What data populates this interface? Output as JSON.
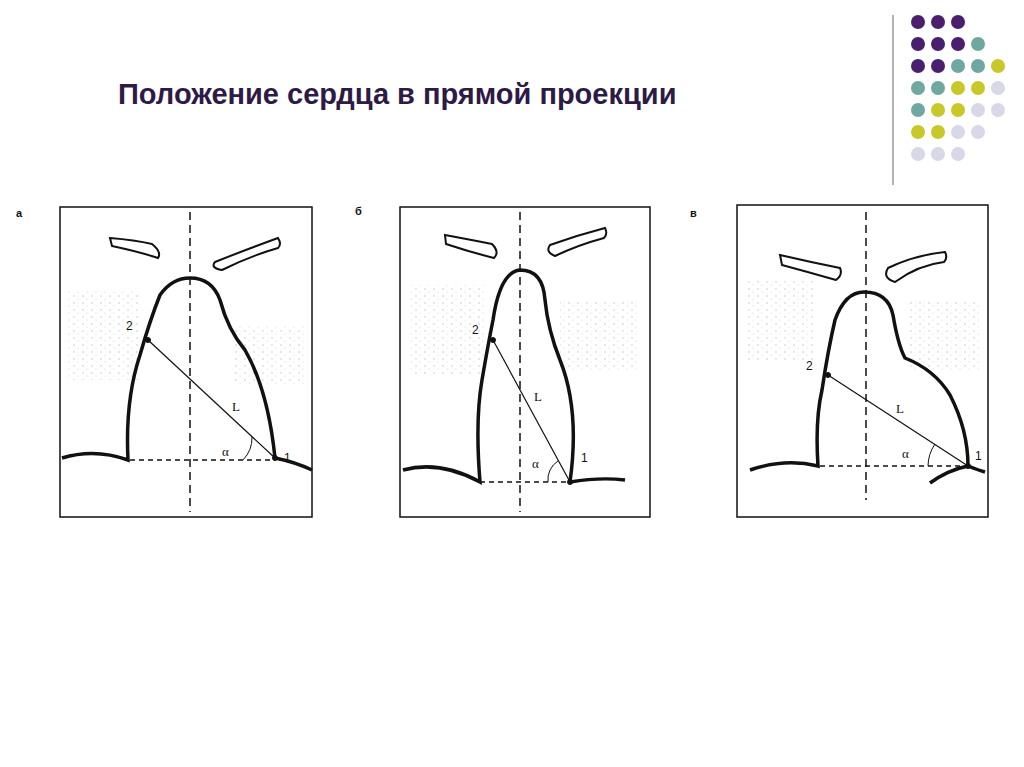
{
  "diagram": {
    "title": "Положение сердца в прямой проекции",
    "labels": [
      "а",
      "2",
      "L",
      "α",
      "1",
      "б",
      "2",
      "L",
      "α",
      "1",
      "в",
      "2",
      "L",
      "α",
      "1"
    ]
  }
}
